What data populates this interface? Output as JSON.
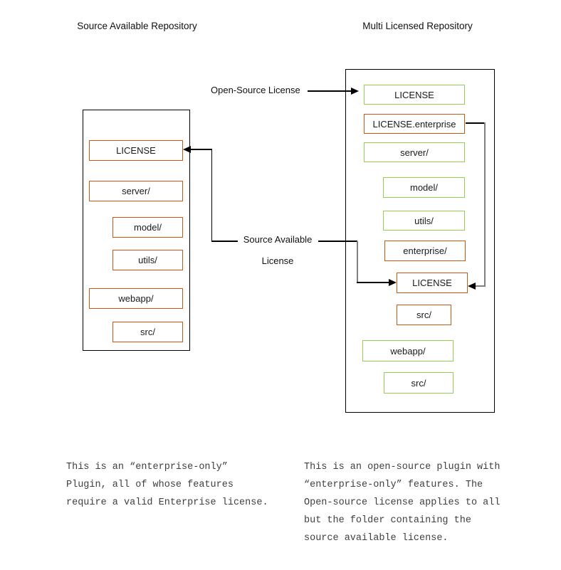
{
  "titles": {
    "left": "Source Available Repository",
    "right": "Multi Licensed Repository"
  },
  "connector_labels": {
    "open_source": "Open-Source License",
    "source_available_line1": "Source Available",
    "source_available_line2": "License"
  },
  "left_repo": {
    "title": "Source Available Repository",
    "items": [
      {
        "label": "LICENSE",
        "color": "orange"
      },
      {
        "label": "server/",
        "color": "orange"
      },
      {
        "label": "model/",
        "color": "orange"
      },
      {
        "label": "utils/",
        "color": "orange"
      },
      {
        "label": "webapp/",
        "color": "orange"
      },
      {
        "label": "src/",
        "color": "orange"
      }
    ]
  },
  "right_repo": {
    "title": "Multi Licensed Repository",
    "items": [
      {
        "label": "LICENSE",
        "color": "green"
      },
      {
        "label": "LICENSE.enterprise",
        "color": "orange"
      },
      {
        "label": "server/",
        "color": "green"
      },
      {
        "label": "model/",
        "color": "green"
      },
      {
        "label": "utils/",
        "color": "green"
      },
      {
        "label": "enterprise/",
        "color": "orange"
      },
      {
        "label": "LICENSE",
        "color": "orange"
      },
      {
        "label": "src/",
        "color": "orange"
      },
      {
        "label": "webapp/",
        "color": "green"
      },
      {
        "label": "src/",
        "color": "green"
      }
    ]
  },
  "notes": {
    "left": {
      "lines": [
        "This is an “enterprise-only”",
        "Plugin, all of whose features",
        "require a valid Enterprise license."
      ]
    },
    "right": {
      "lines": [
        "This is an open-source plugin with",
        "“enterprise-only” features. The",
        "Open-source license applies to all",
        "but the folder containing the",
        "source available license."
      ]
    }
  },
  "colors": {
    "orange_border": "#C55A11",
    "green_border": "#92D050",
    "line_black": "#000000",
    "line_gray": "#808080"
  }
}
